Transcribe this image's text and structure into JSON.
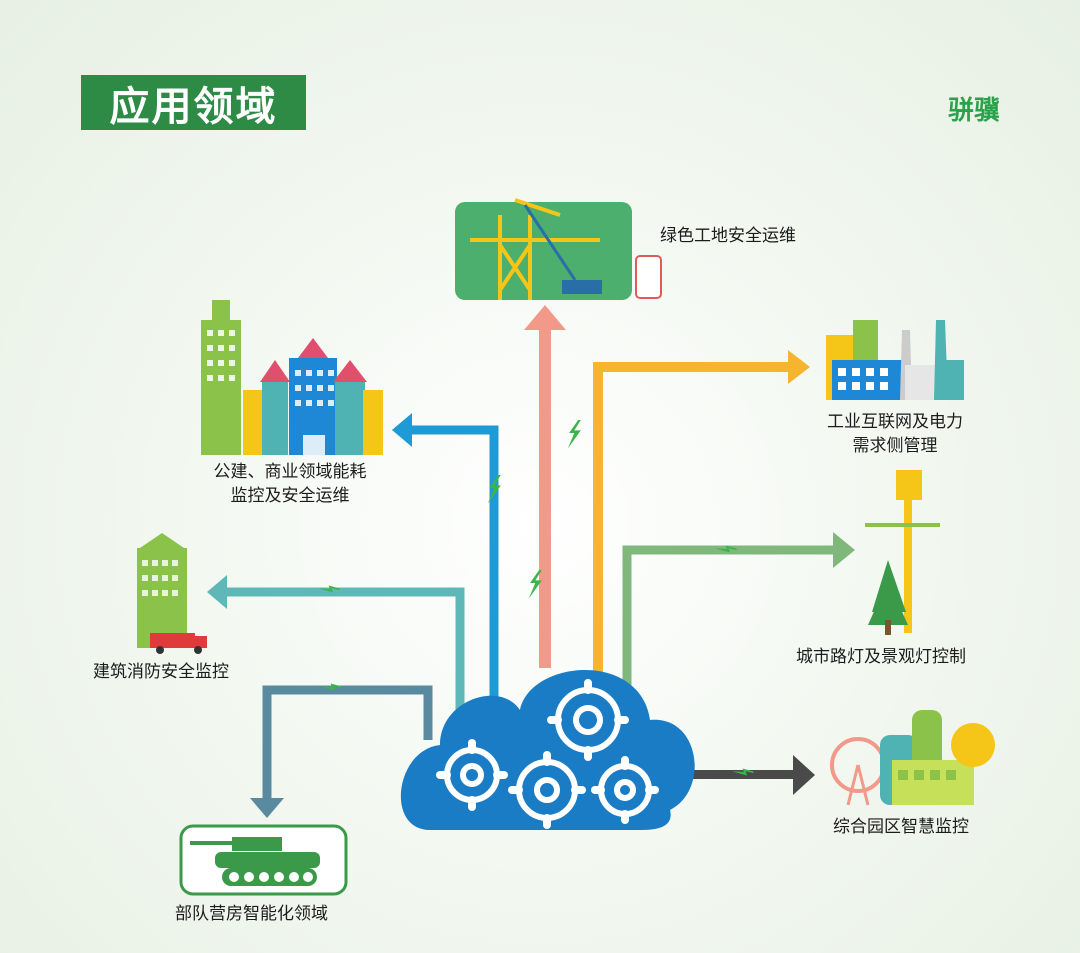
{
  "header": {
    "title": "应用领域",
    "logo_text": "骈骥"
  },
  "center": {
    "icon": "cloud-gears-icon"
  },
  "nodes": {
    "construction": {
      "label": "绿色工地安全运维",
      "icon": "crane-icon"
    },
    "industrial": {
      "label_line1": "工业互联网及电力",
      "label_line2": "需求侧管理",
      "icon": "factory-icon"
    },
    "public_buildings": {
      "label_line1": "公建、商业领域能耗",
      "label_line2": "监控及安全运维",
      "icon": "city-buildings-icon"
    },
    "street_lights": {
      "label": "城市路灯及景观灯控制",
      "icon": "street-lamp-icon"
    },
    "fire_safety": {
      "label": "建筑消防安全监控",
      "icon": "fire-truck-building-icon"
    },
    "park": {
      "label": "综合园区智慧监控",
      "icon": "ferris-wheel-park-icon"
    },
    "military": {
      "label": "部队营房智能化领域",
      "icon": "tank-icon"
    }
  },
  "colors": {
    "title_bg": "#2e8b46",
    "arrow_salmon": "#f2998a",
    "arrow_orange": "#f5b52e",
    "arrow_blue": "#1e9ad6",
    "arrow_green": "#7fb87a",
    "arrow_teal": "#5fb8b8",
    "arrow_slate": "#5a8aa0",
    "arrow_dark": "#4a4a4a",
    "cloud": "#1a7cc4",
    "lightning": "#3bb54a"
  }
}
